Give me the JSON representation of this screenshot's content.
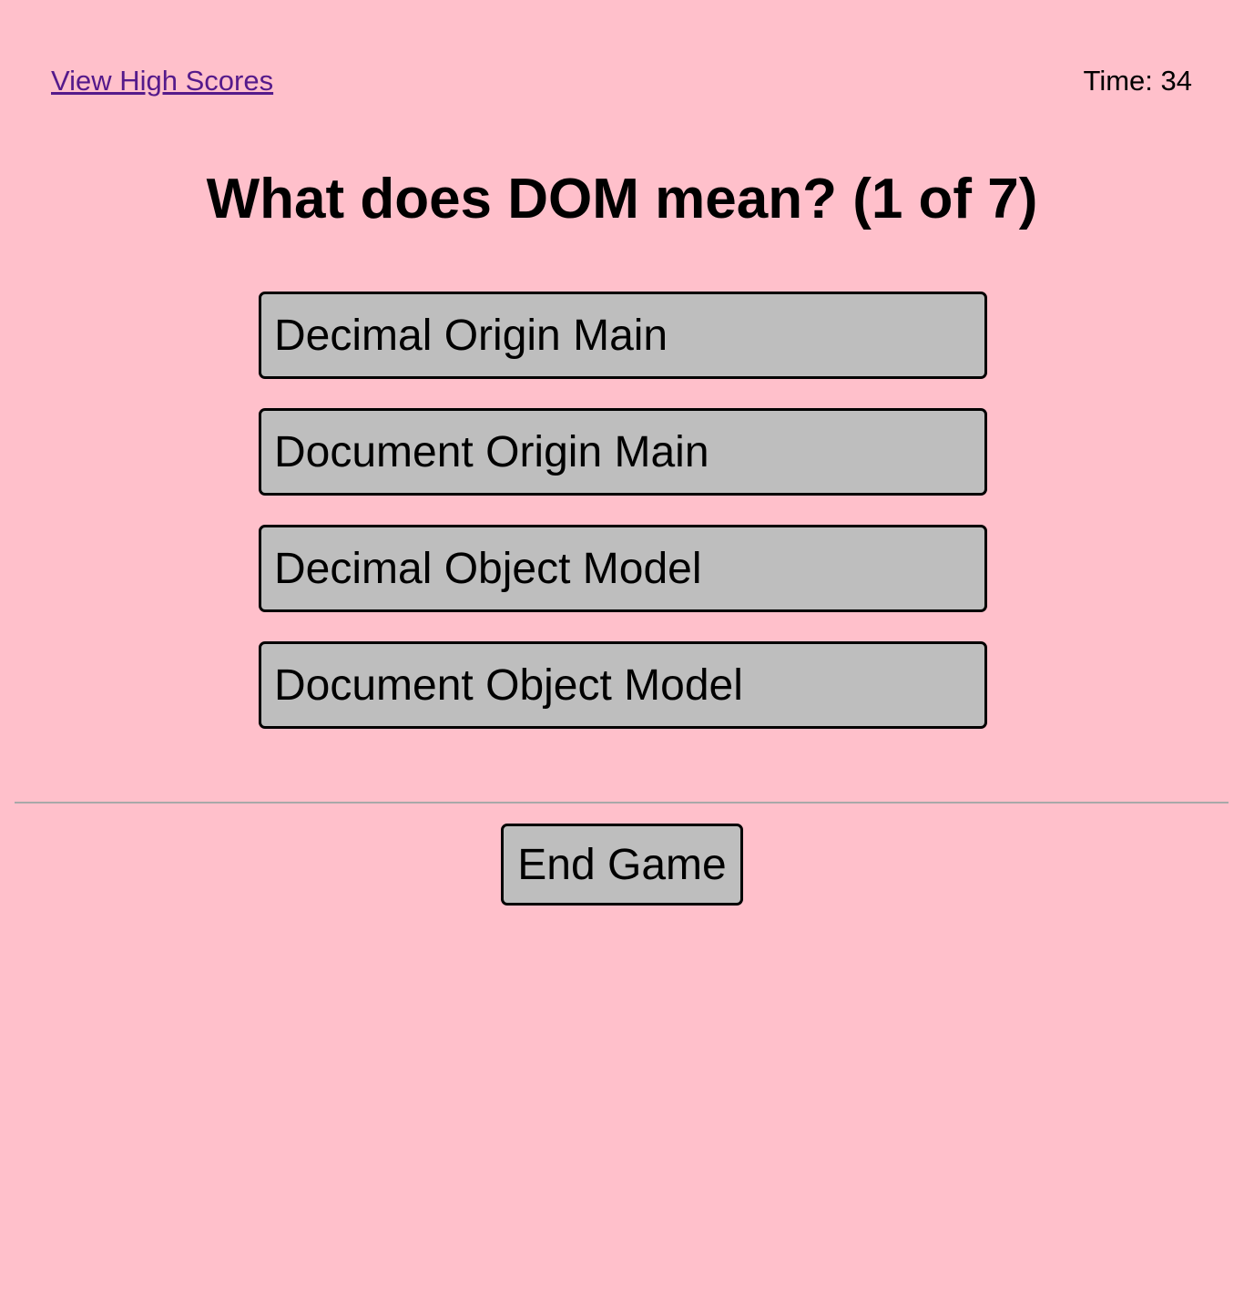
{
  "header": {
    "high_scores_link": "View High Scores",
    "timer_text": "Time: 34"
  },
  "question": {
    "title": "What does DOM mean? (1 of 7)",
    "answers": [
      "Decimal Origin Main",
      "Document Origin Main",
      "Decimal Object Model",
      "Document Object Model"
    ]
  },
  "controls": {
    "end_game_label": "End Game"
  },
  "colors": {
    "background": "#ffc0cb",
    "button_background": "#bebebe",
    "link": "#551a8b"
  }
}
